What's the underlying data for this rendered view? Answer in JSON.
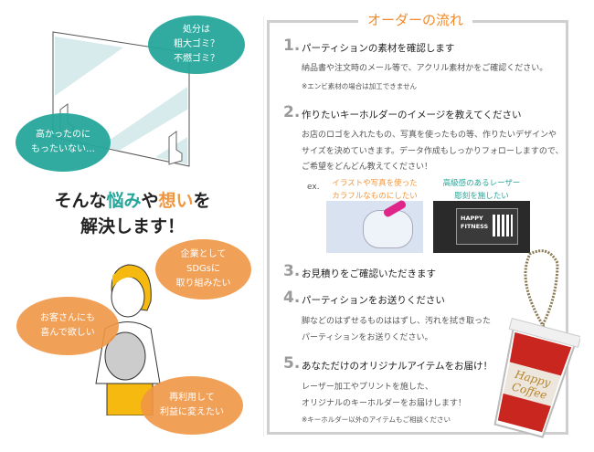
{
  "left": {
    "bubbles_top": [
      {
        "lines": [
          "処分は",
          "粗大ゴミ？",
          "不燃ゴミ？"
        ]
      },
      {
        "lines": [
          "高かったのに",
          "もったいない…"
        ]
      }
    ],
    "headline": {
      "part1": "そんな",
      "part2": "悩み",
      "part3": "や",
      "part4": "想い",
      "part5": "を",
      "line2": "解決します！"
    },
    "bubbles_bottom": [
      {
        "lines": [
          "企業として",
          "SDGsに",
          "取り組みたい"
        ]
      },
      {
        "lines": [
          "お客さんにも",
          "喜んで欲しい"
        ]
      },
      {
        "lines": [
          "再利用して",
          "利益に変えたい"
        ]
      }
    ],
    "colors": {
      "teal": "#26a69a",
      "orange": "#f0963f"
    }
  },
  "order": {
    "title": "オーダーの流れ",
    "steps": [
      {
        "num": "1.",
        "heading": "パーティションの素材を確認します",
        "body": [
          "納品書や注文時のメール等で、アクリル素材かをご確認ください。"
        ],
        "note": "※エンビ素材の場合は加工できません"
      },
      {
        "num": "2.",
        "heading": "作りたいキーホルダーのイメージを教えてください",
        "body": [
          "お店のロゴを入れたもの、写真を使ったもの等、作りたいデザインや",
          "サイズを決めていきます。データ作成もしっかりフォローしますので、",
          "ご希望をどんどん教えてください！"
        ]
      },
      {
        "num": "3.",
        "heading": "お見積りをご確認いただきます"
      },
      {
        "num": "4.",
        "heading": "パーティションをお送りください",
        "body": [
          "脚などのはずせるものははずし、汚れを拭き取った",
          "パーティションをお送りください。"
        ]
      },
      {
        "num": "5.",
        "heading": "あなただけのオリジナルアイテムをお届け！",
        "body": [
          "レーザー加工やプリントを施した、",
          "オリジナルのキーホルダーをお届けします！"
        ],
        "note": "※キーホルダー以外のアイテムもご相談ください"
      }
    ],
    "examples": {
      "label": "ex.",
      "items": [
        {
          "caption": [
            "イラストや写真を使った",
            "カラフルなものにしたい"
          ],
          "color": "#f0963f"
        },
        {
          "caption": [
            "高級感のあるレーザー",
            "彫刻を施したい"
          ],
          "color": "#26a69a",
          "engraving": [
            "HAPPY",
            "FITNESS"
          ]
        }
      ]
    },
    "keychain_text": [
      "Happy",
      "Coffee"
    ]
  }
}
